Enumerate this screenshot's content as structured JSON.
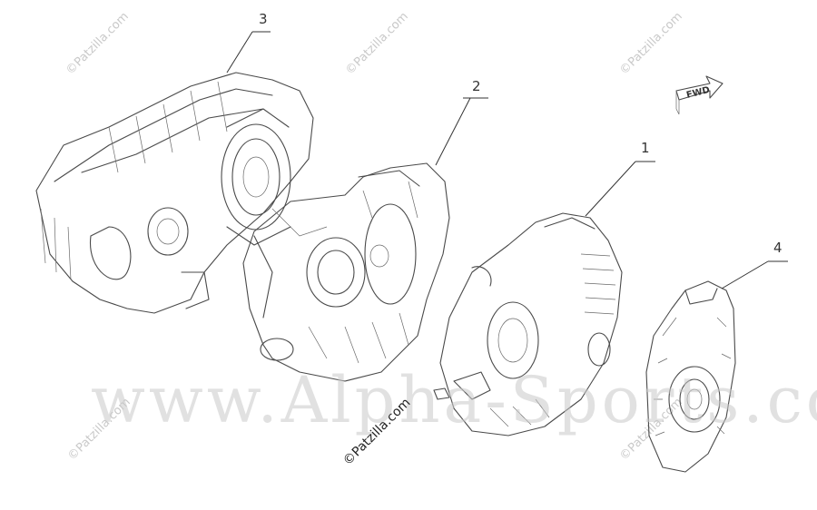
{
  "diagram": {
    "callouts": [
      {
        "id": "1",
        "label": "1"
      },
      {
        "id": "2",
        "label": "2"
      },
      {
        "id": "3",
        "label": "3"
      },
      {
        "id": "4",
        "label": "4"
      }
    ],
    "direction_arrow": {
      "label": "FWD"
    },
    "watermarks": {
      "small": "©Patzilla.com",
      "large": "www.Alpha-Sports.com",
      "center": "©Patzilla.com"
    }
  }
}
